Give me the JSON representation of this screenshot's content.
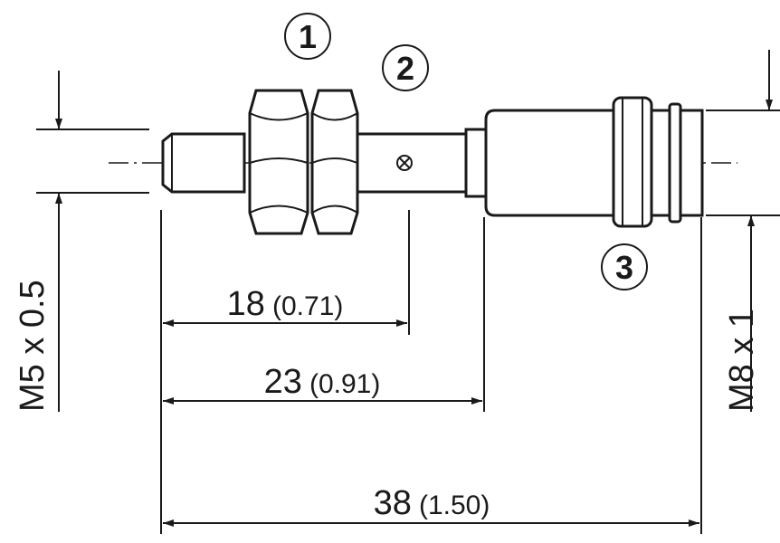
{
  "labels": {
    "callout_1": "1",
    "callout_2": "2",
    "callout_3": "3",
    "thread_left": "M5 x 0.5",
    "thread_right": "M8 x 1"
  },
  "dimensions": [
    {
      "mm": "18",
      "inch": "(0.71)"
    },
    {
      "mm": "23",
      "inch": "(0.91)"
    },
    {
      "mm": "38",
      "inch": "(1.50)"
    }
  ]
}
